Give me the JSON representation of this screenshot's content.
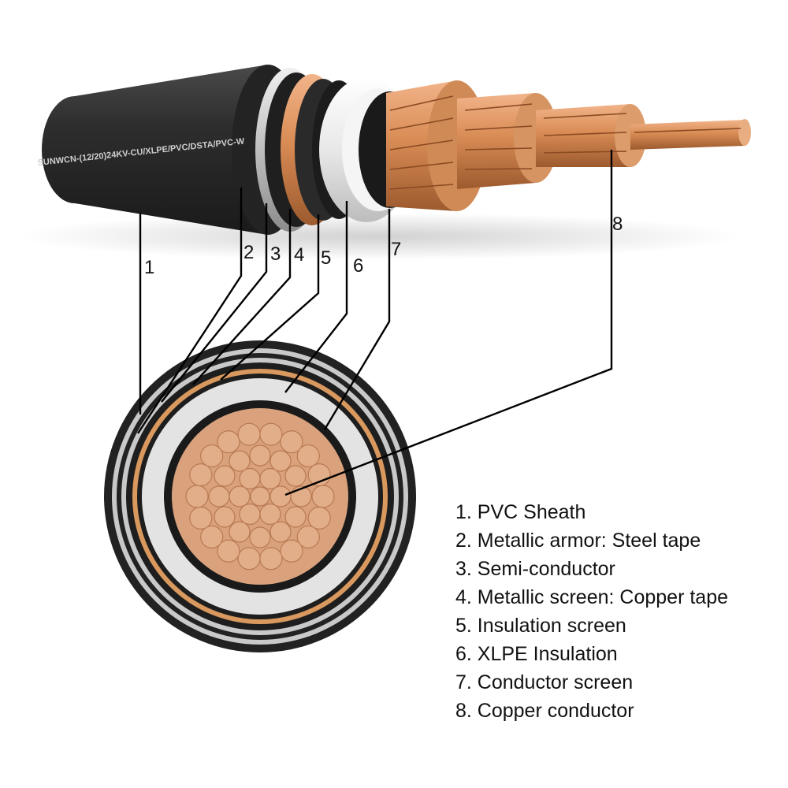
{
  "cable_print": "SUNWCN-(12/20)24KV-CU/XLPE/PVC/DSTA/PVC-W",
  "callout_numbers": [
    "1",
    "2",
    "3",
    "4",
    "5",
    "6",
    "7",
    "8"
  ],
  "legend": [
    {
      "label": "1. PVC Sheath"
    },
    {
      "label": "2. Metallic armor: Steel tape"
    },
    {
      "label": "3. Semi-conductor"
    },
    {
      "label": "4. Metallic screen: Copper tape"
    },
    {
      "label": "5. Insulation screen"
    },
    {
      "label": "6. XLPE Insulation"
    },
    {
      "label": "7. Conductor screen"
    },
    {
      "label": "8. Copper conductor"
    }
  ],
  "colors": {
    "sheath": "#2b2b2b",
    "armor": "#c8c8c8",
    "copper_tape": "#d9985e",
    "insulation": "#e6e6e6",
    "semiconductor": "#1a1a1a",
    "conductor": "#d8a07a",
    "leader_line": "#000000"
  }
}
